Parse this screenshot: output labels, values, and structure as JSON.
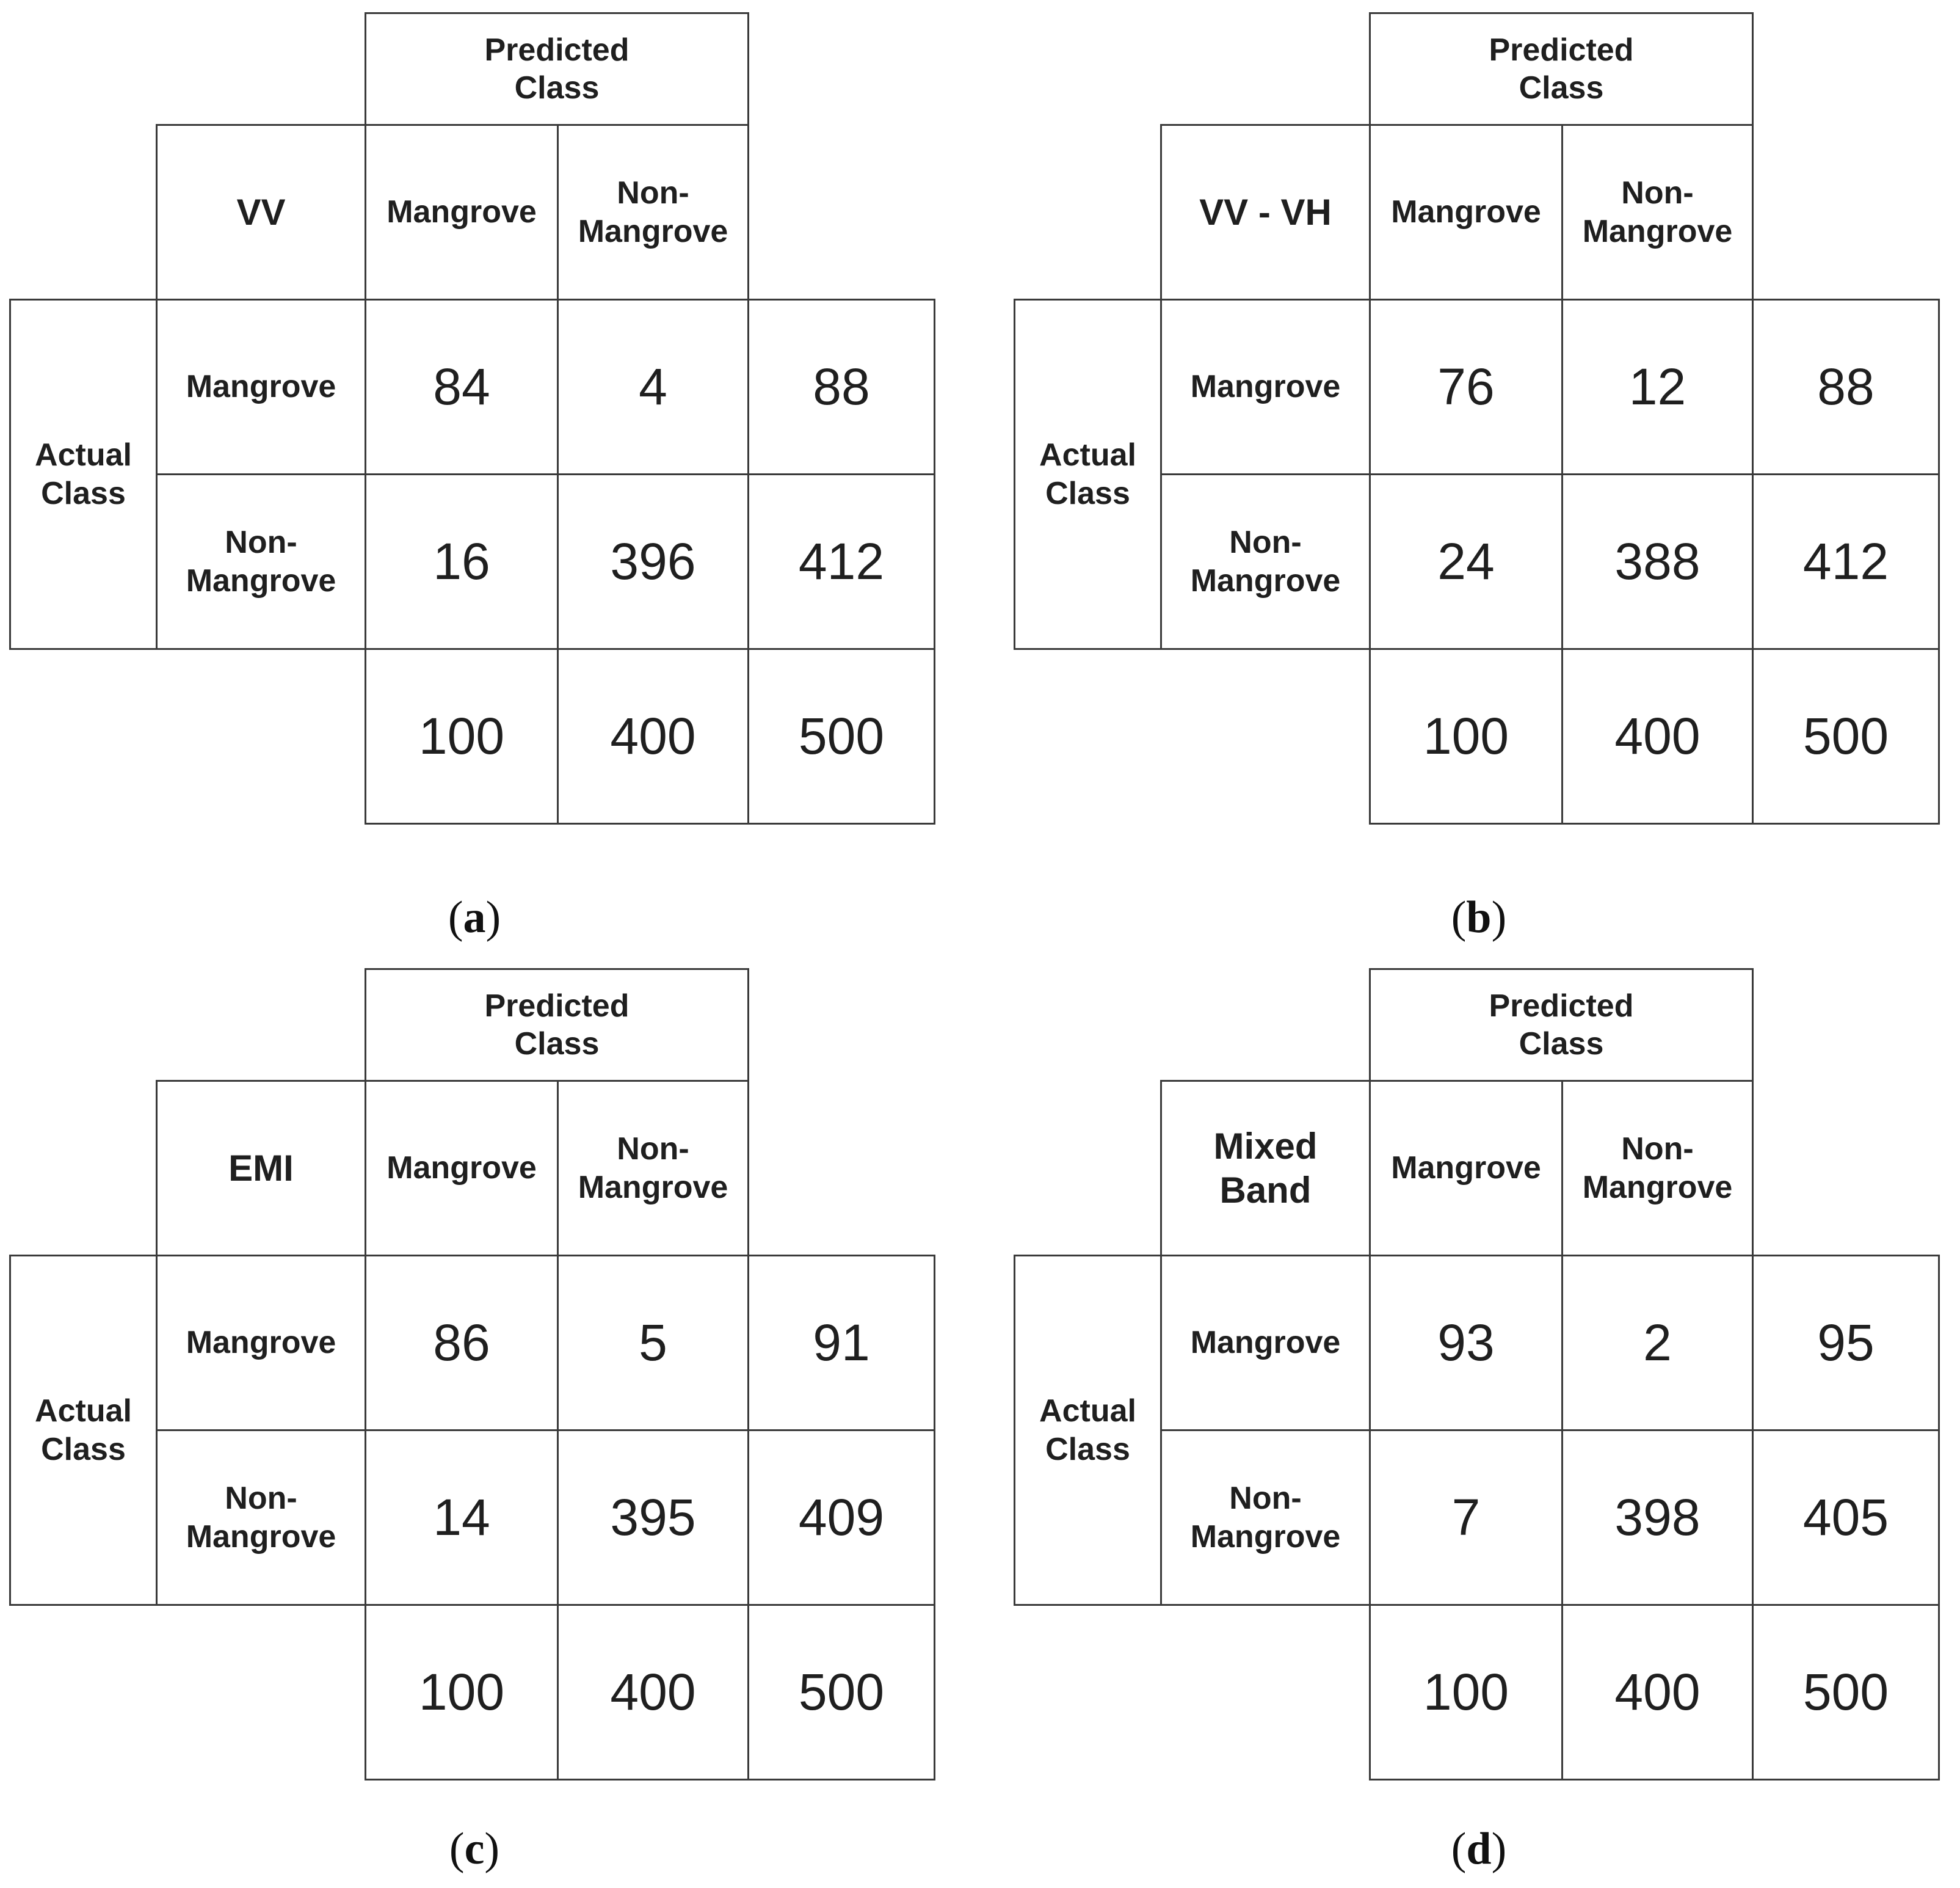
{
  "labels": {
    "predicted": "Predicted\nClass",
    "actual": "Actual\nClass",
    "mangrove": "Mangrove",
    "non_mangrove": "Non-\nMangrove"
  },
  "panels": [
    {
      "caption_letter": "a",
      "name": "VV",
      "matrix": {
        "tp": "84",
        "fn": "4",
        "row1_total": "88",
        "fp": "16",
        "tn": "396",
        "row2_total": "412",
        "col1_total": "100",
        "col2_total": "400",
        "grand_total": "500"
      }
    },
    {
      "caption_letter": "b",
      "name": "VV - VH",
      "matrix": {
        "tp": "76",
        "fn": "12",
        "row1_total": "88",
        "fp": "24",
        "tn": "388",
        "row2_total": "412",
        "col1_total": "100",
        "col2_total": "400",
        "grand_total": "500"
      }
    },
    {
      "caption_letter": "c",
      "name": "EMI",
      "matrix": {
        "tp": "86",
        "fn": "5",
        "row1_total": "91",
        "fp": "14",
        "tn": "395",
        "row2_total": "409",
        "col1_total": "100",
        "col2_total": "400",
        "grand_total": "500"
      }
    },
    {
      "caption_letter": "d",
      "name": "Mixed\nBand",
      "matrix": {
        "tp": "93",
        "fn": "2",
        "row1_total": "95",
        "fp": "7",
        "tn": "398",
        "row2_total": "405",
        "col1_total": "100",
        "col2_total": "400",
        "grand_total": "500"
      }
    }
  ]
}
